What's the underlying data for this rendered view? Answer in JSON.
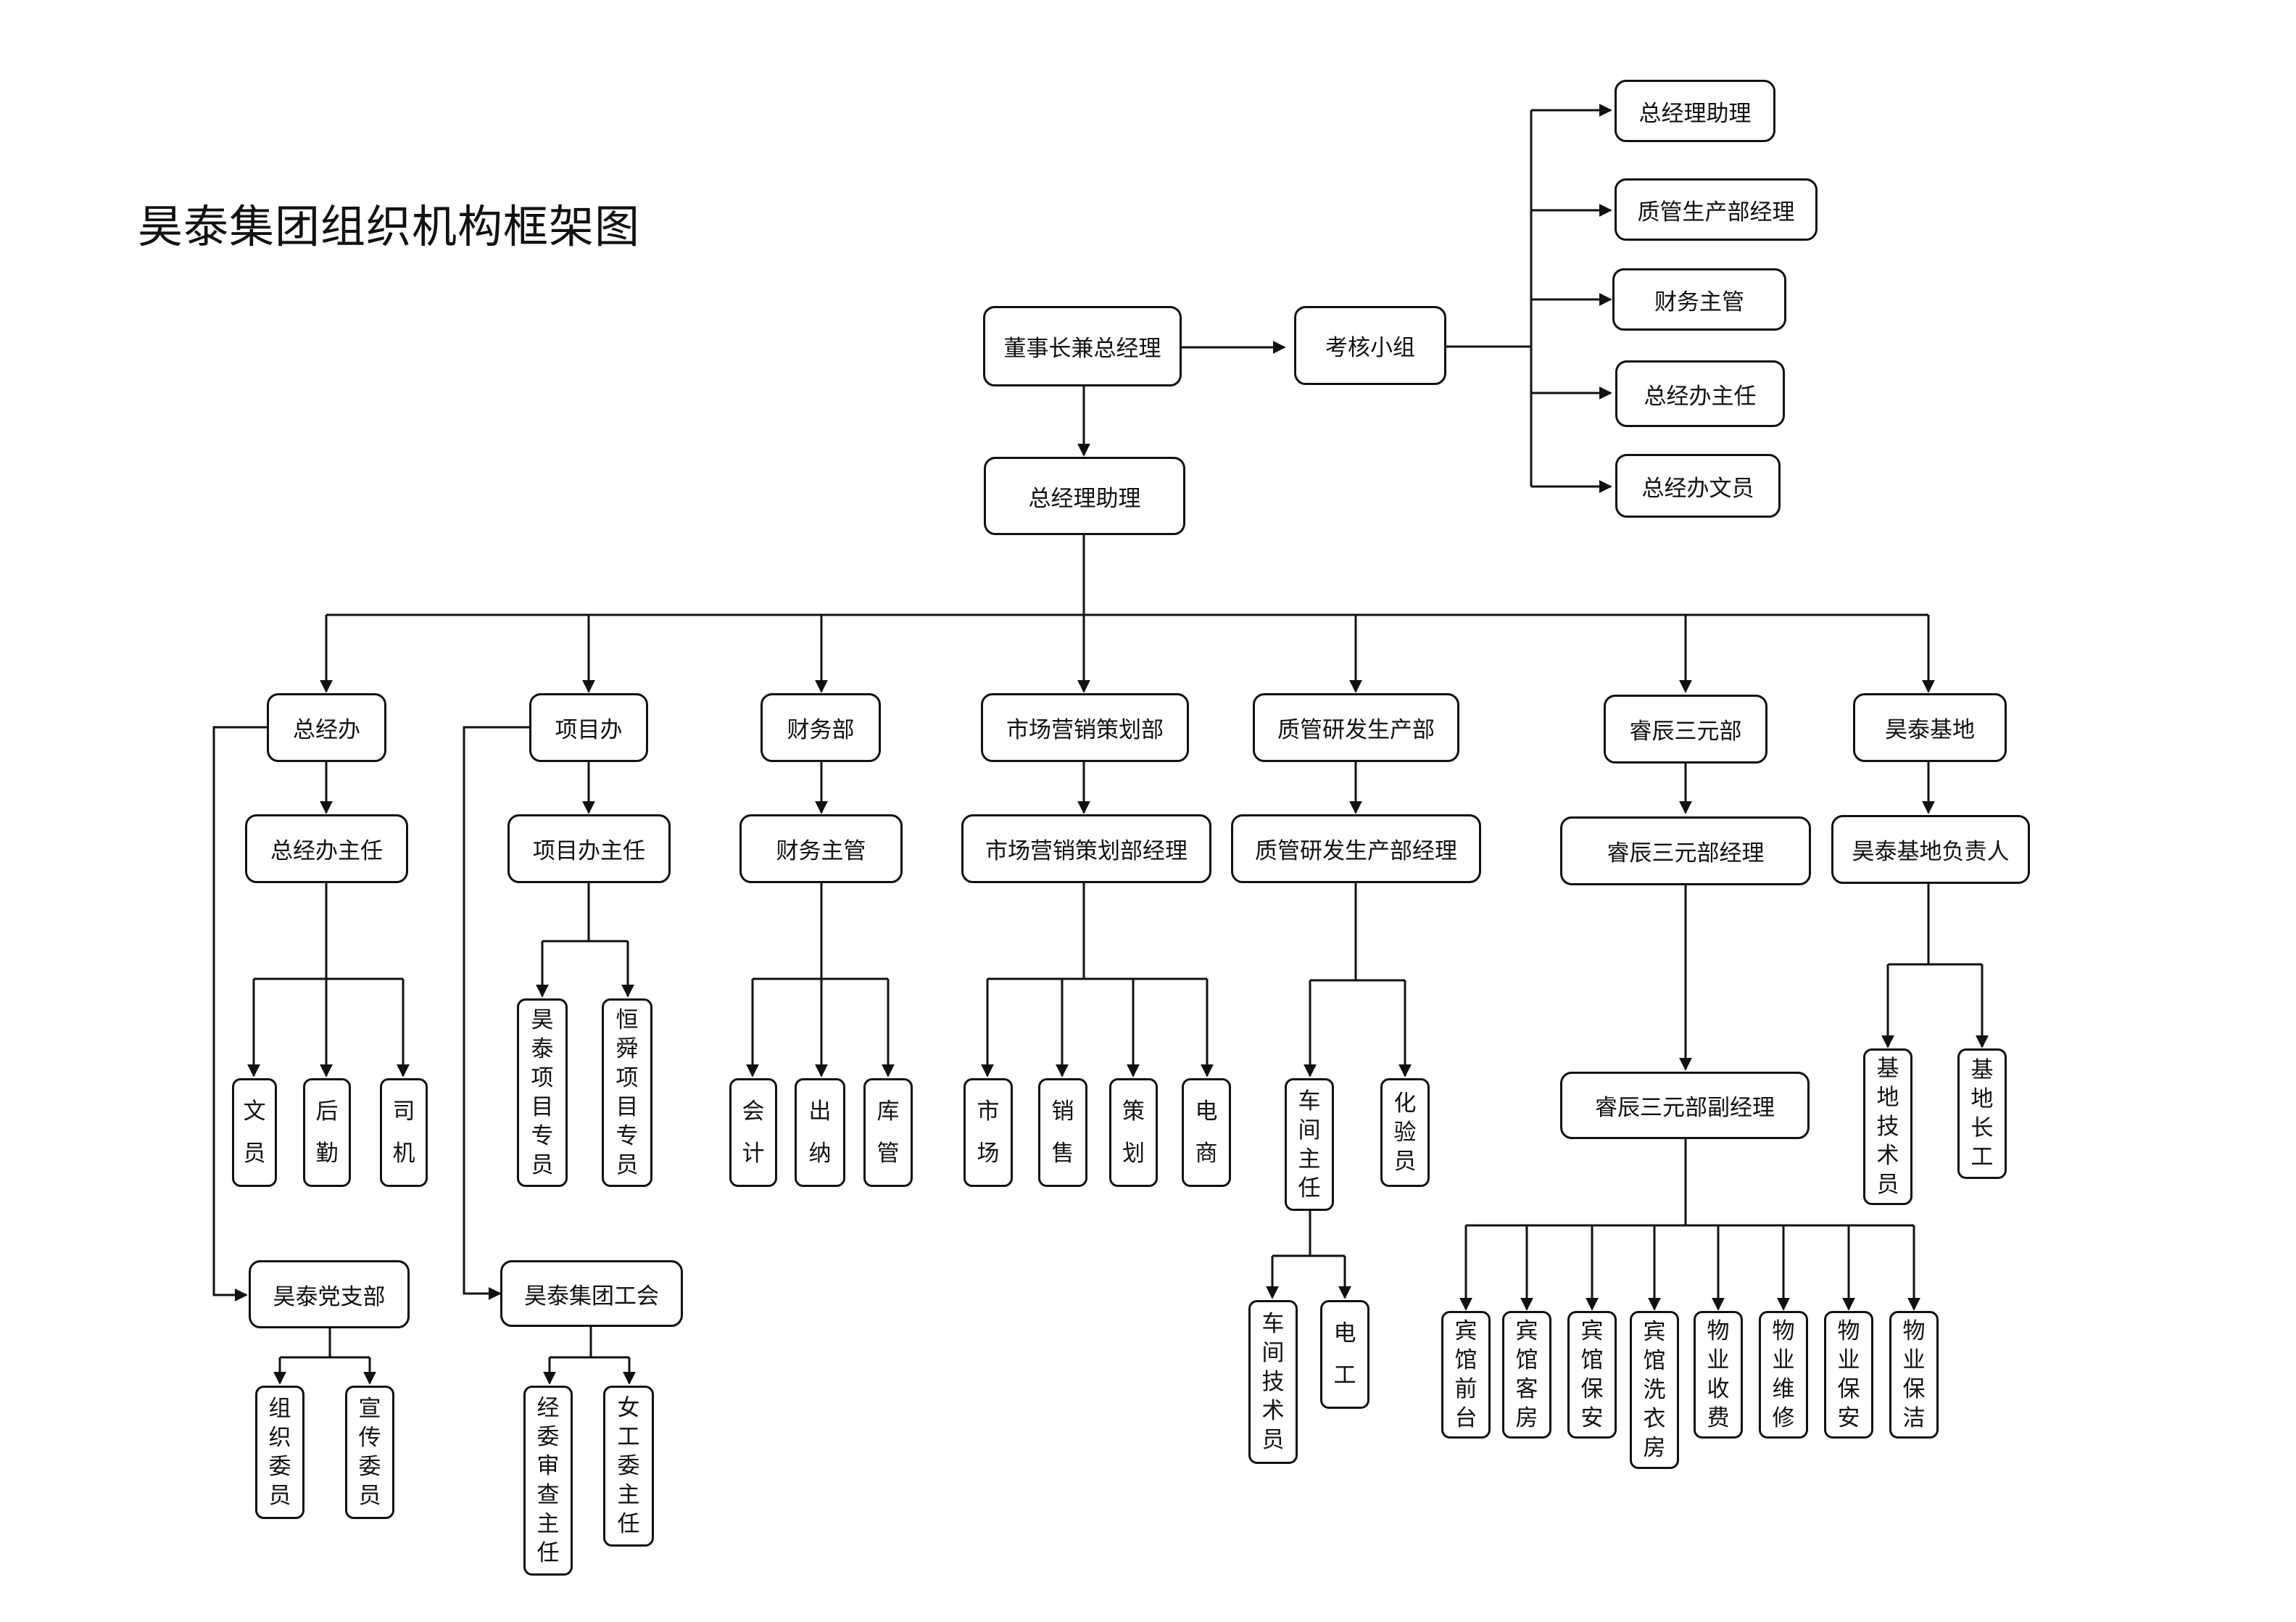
{
  "title": "昊泰集团组织机构框架图",
  "nodes": {
    "chairman": "董事长兼总经理",
    "assessment": "考核小组",
    "gm_assistant": "总经理助理",
    "a_gm_assistant": "总经理助理",
    "a_quality_prod_mgr": "质管生产部经理",
    "a_finance_sup": "财务主管",
    "a_office_director": "总经办主任",
    "a_office_clerk": "总经办文员",
    "dept_office": "总经办",
    "dept_project": "项目办",
    "dept_finance": "财务部",
    "dept_marketing": "市场营销策划部",
    "dept_quality": "质管研发生产部",
    "dept_ruichen": "睿辰三元部",
    "dept_base": "昊泰基地",
    "office_director": "总经办主任",
    "project_director": "项目办主任",
    "finance_sup": "财务主管",
    "marketing_mgr": "市场营销策划部经理",
    "quality_mgr": "质管研发生产部经理",
    "ruichen_mgr": "睿辰三元部经理",
    "base_head": "昊泰基地负责人",
    "ruichen_deputy": "睿辰三元部副经理",
    "party_branch": "昊泰党支部",
    "union": "昊泰集团工会",
    "clerk": "文员",
    "logistics": "后勤",
    "driver": "司机",
    "proj_haotai": "昊泰项目专员",
    "proj_hengshun": "恒舜项目专员",
    "accountant": "会计",
    "cashier": "出纳",
    "warehouse": "库管",
    "market": "市场",
    "sales": "销售",
    "planning": "策划",
    "ecommerce": "电商",
    "workshop_dir": "车间主任",
    "chemist": "化验员",
    "workshop_tech": "车间技术员",
    "electrician": "电工",
    "hotel_front": "宾馆前台",
    "hotel_room": "宾馆客房",
    "hotel_security": "宾馆保安",
    "hotel_laundry": "宾馆洗衣房",
    "prop_fee": "物业收费",
    "prop_repair": "物业维修",
    "prop_security": "物业保安",
    "prop_cleaning": "物业保洁",
    "base_tech": "基地技术员",
    "base_foreman": "基地长工",
    "org_member": "组织委员",
    "pub_member": "宣传委员",
    "audit_director": "经委审查主任",
    "women_director": "女工委主任"
  }
}
